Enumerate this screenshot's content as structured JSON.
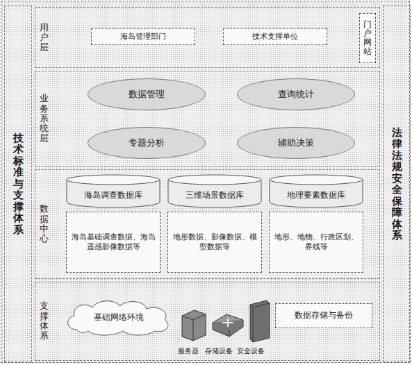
{
  "diagram": {
    "nodes": [
      {
        "text": [
          "技术标准与支撑体系"
        ]
      },
      {
        "text": [
          "用户层"
        ]
      },
      {
        "text": [
          "海岛管理部门"
        ],
        "in": 1
      },
      {
        "text": [
          "技术支撑单位"
        ],
        "in": 1
      },
      {
        "text": [
          "门户网站"
        ],
        "in": 1
      },
      {
        "text": [
          "业务系统层"
        ]
      },
      {
        "text": [
          "数据管理"
        ],
        "in": 5
      },
      {
        "text": [
          "查询统计"
        ],
        "in": 5
      },
      {
        "text": [
          "专题分析"
        ],
        "in": 5
      },
      {
        "text": [
          "辅助决策"
        ],
        "in": 5
      },
      {
        "text": [
          "数据中心"
        ]
      },
      {
        "text": [
          "海岛调查数据库"
        ],
        "in": 10
      },
      {
        "text": [
          "三维场景数据库"
        ],
        "in": 10
      },
      {
        "text": [
          "地理要素数据库"
        ],
        "in": 10
      },
      {
        "text": [
          "海岛基础调查数据、海岛遥感影像数据等"
        ],
        "in": 10
      },
      {
        "text": [
          "地形数据、影像数据、模型数据等"
        ],
        "in": 10
      },
      {
        "text": [
          "地形、地物、行政区划、界线等"
        ],
        "in": 10
      },
      {
        "text": [
          "支撑体系"
        ]
      },
      {
        "text": [
          "基础网络环境"
        ],
        "in": 17
      },
      {
        "text": [
          "数据存储与备份"
        ],
        "in": 17
      },
      {
        "text": [
          "法律法规安全保障体系"
        ]
      }
    ],
    "labels": [
      "服务器",
      "存储设备",
      "安全设备"
    ]
  }
}
